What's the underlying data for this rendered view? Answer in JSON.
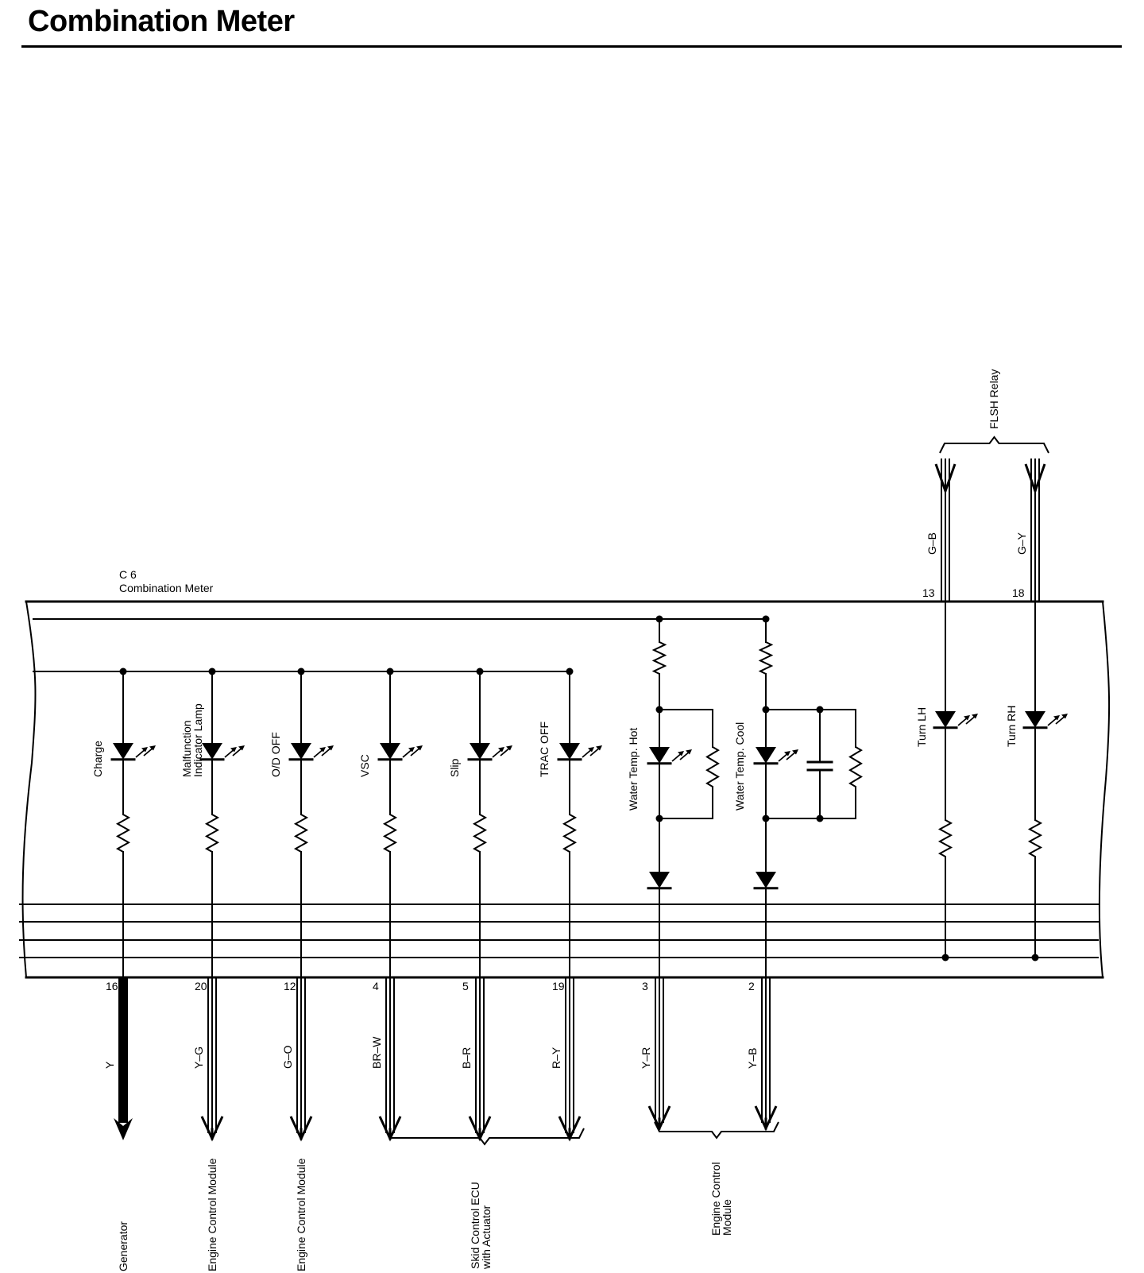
{
  "header": {
    "title": "Combination Meter"
  },
  "component": {
    "code": "C 6",
    "name": "Combination Meter"
  },
  "lamps": [
    {
      "id": "charge",
      "label": "Charge",
      "pin": "16",
      "wire": "Y",
      "dest": "Generator",
      "heavy": true
    },
    {
      "id": "mil",
      "label": "Malfunction\nIndicator Lamp",
      "pin": "20",
      "wire": "Y–G",
      "dest": "Engine Control Module"
    },
    {
      "id": "od-off",
      "label": "O/D OFF",
      "pin": "12",
      "wire": "G–O",
      "dest": "Engine Control Module"
    },
    {
      "id": "vsc",
      "label": "VSC",
      "pin": "4",
      "wire": "BR–W"
    },
    {
      "id": "slip",
      "label": "Slip",
      "pin": "5",
      "wire": "B–R"
    },
    {
      "id": "trac-off",
      "label": "TRAC OFF",
      "pin": "19",
      "wire": "R–Y"
    }
  ],
  "water_temp": [
    {
      "id": "hot",
      "label": "Water Temp.  Hot",
      "pin": "3",
      "wire": "Y–R"
    },
    {
      "id": "cool",
      "label": "Water Temp.  Cool",
      "pin": "2",
      "wire": "Y–B"
    }
  ],
  "turn": [
    {
      "id": "lh",
      "label": "Turn LH",
      "pin": "13",
      "wire": "G–B"
    },
    {
      "id": "rh",
      "label": "Turn RH",
      "pin": "18",
      "wire": "G–Y"
    }
  ],
  "groups": {
    "skid": "Skid Control ECU\nwith Actuator",
    "ecm": "Engine Control\nModule",
    "flsh": "FLSH Relay"
  }
}
